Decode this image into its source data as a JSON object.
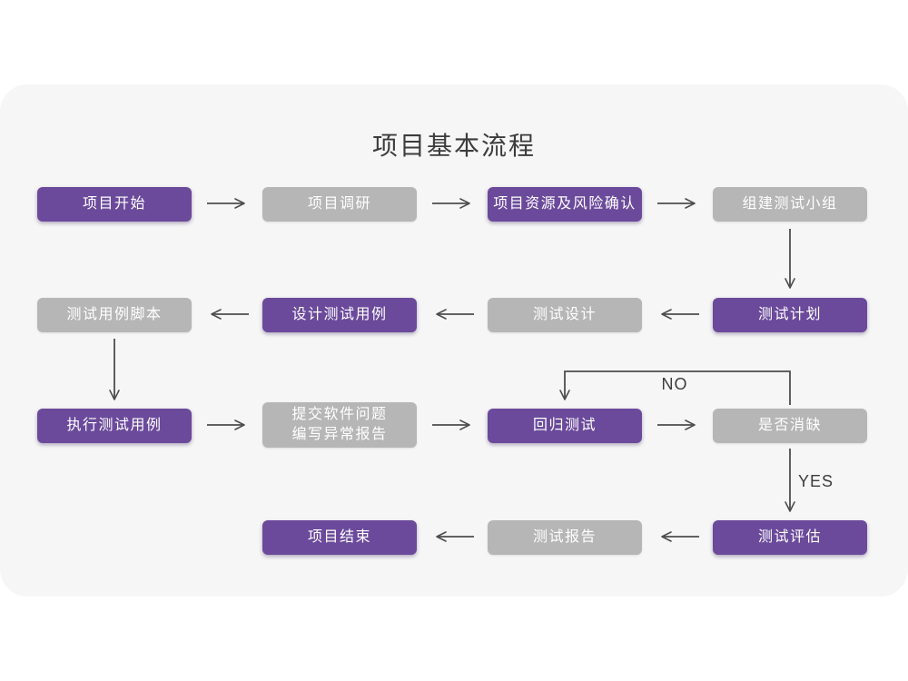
{
  "title": "项目基本流程",
  "colors": {
    "page-bg": "#ffffff",
    "card-bg": "#f6f6f6",
    "node-purple": "#6b4a9b",
    "node-gray": "#b6b6b6",
    "node-text": "#ffffff",
    "arrow": "#4d4d4d",
    "title-text": "#3c3c3c",
    "label-text": "#3c3c3c"
  },
  "branch_labels": {
    "no": "NO",
    "yes": "YES"
  },
  "nodes": [
    {
      "label": "项目开始",
      "type": "purple"
    },
    {
      "label": "项目调研",
      "type": "gray"
    },
    {
      "label": "项目资源及风险确认",
      "type": "purple"
    },
    {
      "label": "组建测试小组",
      "type": "gray"
    },
    {
      "label": "测试计划",
      "type": "purple"
    },
    {
      "label": "测试设计",
      "type": "gray"
    },
    {
      "label": "设计测试用例",
      "type": "purple"
    },
    {
      "label": "测试用例脚本",
      "type": "gray"
    },
    {
      "label": "执行测试用例",
      "type": "purple"
    },
    {
      "label": "提交软件问题\n编写异常报告",
      "type": "gray"
    },
    {
      "label": "回归测试",
      "type": "purple"
    },
    {
      "label": "是否消缺",
      "type": "gray"
    },
    {
      "label": "测试评估",
      "type": "purple"
    },
    {
      "label": "测试报告",
      "type": "gray"
    },
    {
      "label": "项目结束",
      "type": "purple"
    }
  ],
  "edges": [
    {
      "from": "项目开始",
      "to": "项目调研"
    },
    {
      "from": "项目调研",
      "to": "项目资源及风险确认"
    },
    {
      "from": "项目资源及风险确认",
      "to": "组建测试小组"
    },
    {
      "from": "组建测试小组",
      "to": "测试计划"
    },
    {
      "from": "测试计划",
      "to": "测试设计"
    },
    {
      "from": "测试设计",
      "to": "设计测试用例"
    },
    {
      "from": "设计测试用例",
      "to": "测试用例脚本"
    },
    {
      "from": "测试用例脚本",
      "to": "执行测试用例"
    },
    {
      "from": "执行测试用例",
      "to": "提交软件问题 编写异常报告"
    },
    {
      "from": "提交软件问题 编写异常报告",
      "to": "回归测试"
    },
    {
      "from": "回归测试",
      "to": "是否消缺"
    },
    {
      "from": "是否消缺",
      "to": "回归测试",
      "label": "NO"
    },
    {
      "from": "是否消缺",
      "to": "测试评估",
      "label": "YES"
    },
    {
      "from": "测试评估",
      "to": "测试报告"
    },
    {
      "from": "测试报告",
      "to": "项目结束"
    }
  ]
}
